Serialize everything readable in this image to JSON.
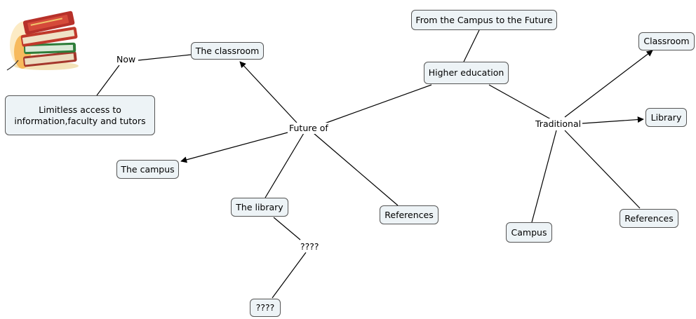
{
  "map": {
    "root": "From the Campus to the Future",
    "higher_education": "Higher education",
    "future_of": "Future of",
    "traditional": "Traditional",
    "now": "Now",
    "the_classroom": "The classroom",
    "limitless": "Limitless access to information,faculty and tutors",
    "the_campus": "The campus",
    "the_library": "The library",
    "unknown_label": "????",
    "unknown_node": "????",
    "references_left": "References",
    "classroom": "Classroom",
    "library": "Library",
    "campus": "Campus",
    "references_right": "References"
  },
  "colors": {
    "node_fill": "#edf3f6",
    "node_border": "#555555",
    "line": "#000000"
  },
  "icons": {
    "logo": "stack-of-books-icon"
  }
}
